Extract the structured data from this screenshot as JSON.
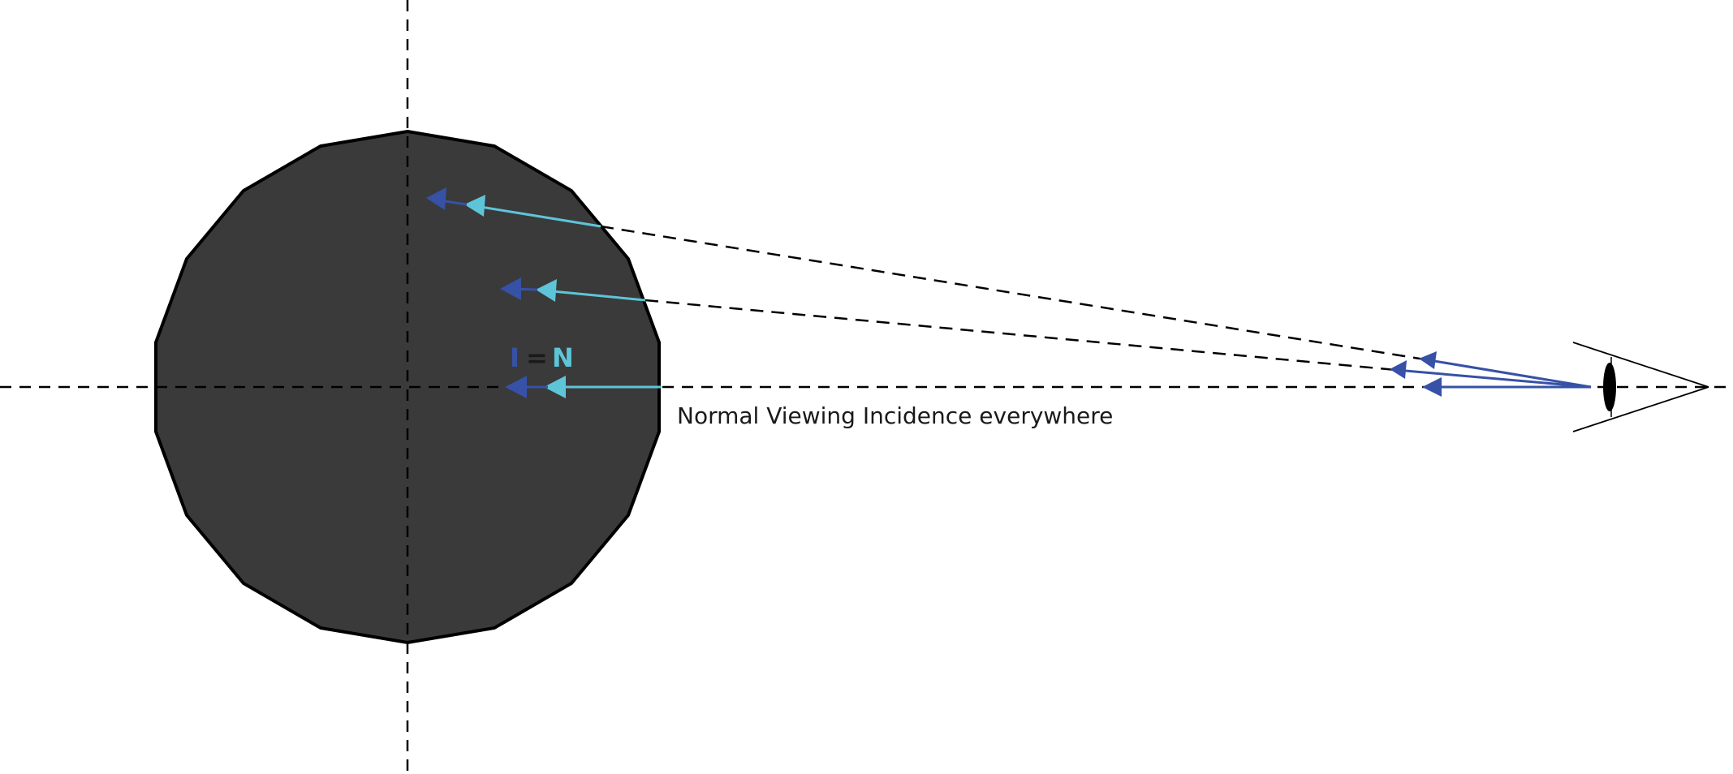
{
  "labels": {
    "incident": "I",
    "equals": "=",
    "normal": "N",
    "caption": "Normal Viewing Incidence everywhere"
  },
  "colors": {
    "object_fill": "#3a3a3a",
    "object_stroke": "#000000",
    "incident_arrow": "#3651a6",
    "normal_arrow": "#5ec5d8",
    "dashed_lines": "#000000",
    "eye": "#000000"
  },
  "icons": {
    "eye": "eye-icon"
  }
}
